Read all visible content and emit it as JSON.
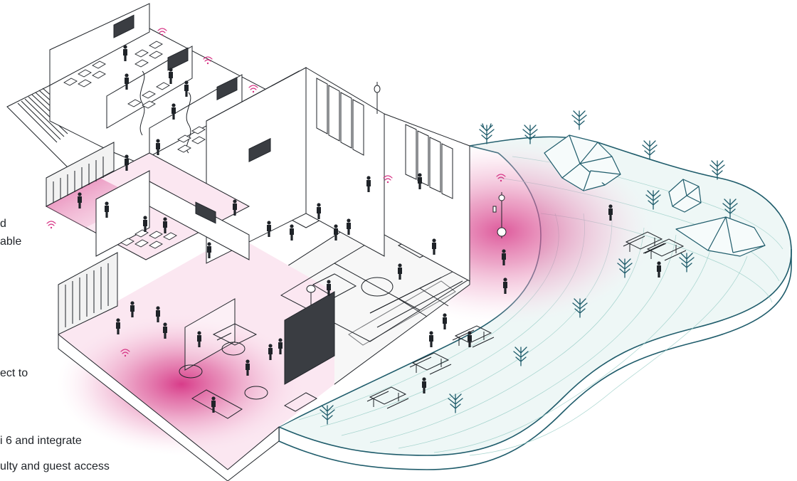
{
  "text_fragments": [
    "d",
    "able",
    "ect to",
    "i 6 and integrate",
    "ulty and guest access"
  ],
  "icons": [
    "wifi-icon",
    "person-icon",
    "tree-icon",
    "basketball-hoop-icon",
    "lamp-post-icon",
    "rock-icon",
    "picnic-table-icon",
    "tv-screen-icon"
  ],
  "colors": {
    "coverage_pink": "#d63384",
    "coverage_light": "#f7d6e6",
    "outline_dark": "#1f2328",
    "outline_teal": "#1f5c6b",
    "ground_tint": "#eef7f6"
  }
}
